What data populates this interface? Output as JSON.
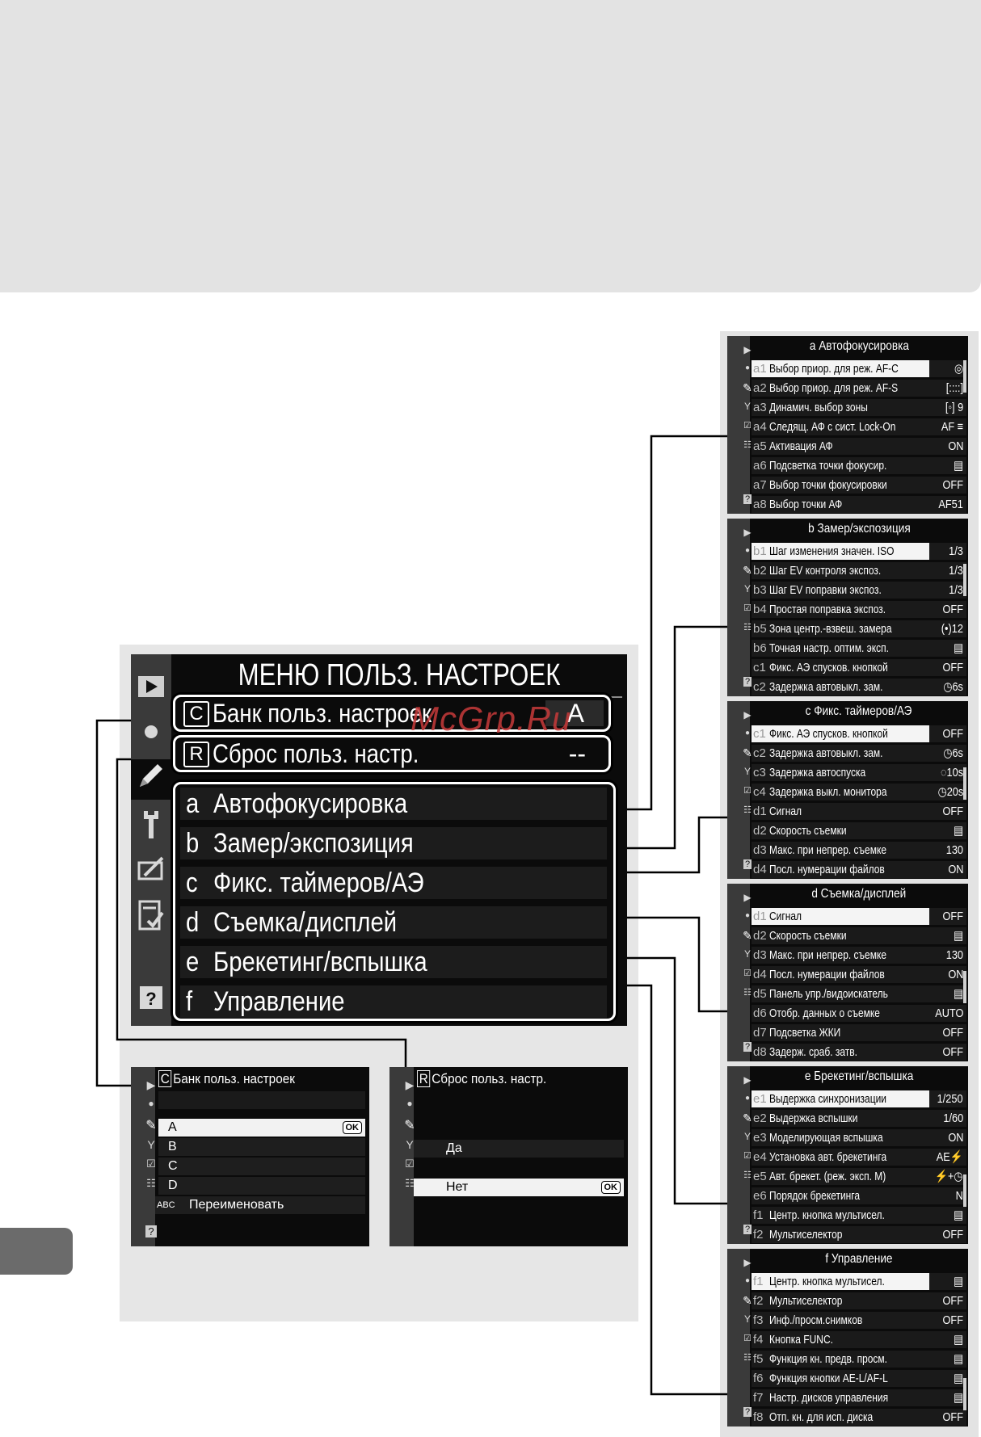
{
  "main_menu": {
    "title": "МЕНЮ ПОЛЬЗ. НАСТРОЕК",
    "bank": {
      "label": "Банк польз. настроек",
      "value": "A",
      "icon": "C-box-icon"
    },
    "reset": {
      "label": "Сброс польз. настр.",
      "value": "--",
      "icon": "R-box-icon"
    },
    "groups": [
      {
        "letter": "a",
        "label": "Автофокусировка"
      },
      {
        "letter": "b",
        "label": "Замер/экспозиция"
      },
      {
        "letter": "c",
        "label": "Фикс. таймеров/АЭ"
      },
      {
        "letter": "d",
        "label": "Съемка/дисплей"
      },
      {
        "letter": "e",
        "label": "Брекетинг/вспышка"
      },
      {
        "letter": "f",
        "label": "Управление"
      }
    ],
    "watermark": "McGrp.Ru"
  },
  "bank_screen": {
    "header": "Банк польз. настроек",
    "items": [
      "A",
      "B",
      "C",
      "D"
    ],
    "rename_prefix": "ABC",
    "rename_label": "Переименовать",
    "ok": "OK"
  },
  "reset_screen": {
    "header": "Сброс польз. настр.",
    "items": [
      "Да",
      "Нет"
    ],
    "ok": "OK"
  },
  "submenus": [
    {
      "title": "a Автофокусировка",
      "rows": [
        [
          "a1",
          "Выбор приор. для реж. AF-C",
          "◎"
        ],
        [
          "a2",
          "Выбор приор. для реж. AF-S",
          "[::::]"
        ],
        [
          "a3",
          "Динамич. выбор зоны",
          "[◦] 9"
        ],
        [
          "a4",
          "Следящ. АФ с сист. Lock-On",
          "AF ≡"
        ],
        [
          "a5",
          "Активация АФ",
          "ON"
        ],
        [
          "a6",
          "Подсветка точки фокусир.",
          "▤"
        ],
        [
          "a7",
          "Выбор точки фокусировки",
          "OFF"
        ],
        [
          "a8",
          "Выбор точки АФ",
          "AF51"
        ]
      ]
    },
    {
      "title": "b Замер/экспозиция",
      "rows": [
        [
          "b1",
          "Шаг изменения значен. ISO",
          "1/3"
        ],
        [
          "b2",
          "Шаг EV контроля экспоз.",
          "1/3"
        ],
        [
          "b3",
          "Шаг EV поправки экспоз.",
          "1/3"
        ],
        [
          "b4",
          "Простая поправка экспоз.",
          "OFF"
        ],
        [
          "b5",
          "Зона центр.-взвеш. замера",
          "(•)12"
        ],
        [
          "b6",
          "Точная настр. оптим. эксп.",
          "▤"
        ],
        [
          "c1",
          "Фикс. АЭ спусков. кнопкой",
          "OFF"
        ],
        [
          "c2",
          "Задержка автовыкл. зам.",
          "◷6s"
        ]
      ]
    },
    {
      "title": "c Фикс. таймеров/АЭ",
      "rows": [
        [
          "c1",
          "Фикс. АЭ спусков. кнопкой",
          "OFF"
        ],
        [
          "c2",
          "Задержка автовыкл. зам.",
          "◷6s"
        ],
        [
          "c3",
          "Задержка автоспуска",
          "◌10s"
        ],
        [
          "c4",
          "Задержка выкл. монитора",
          "◷20s"
        ],
        [
          "d1",
          "Сигнал",
          "OFF"
        ],
        [
          "d2",
          "Скорость съемки",
          "▤"
        ],
        [
          "d3",
          "Макс. при непрер. съемке",
          "130"
        ],
        [
          "d4",
          "Посл. нумерации файлов",
          "ON"
        ]
      ]
    },
    {
      "title": "d Съемка/дисплей",
      "rows": [
        [
          "d1",
          "Сигнал",
          "OFF"
        ],
        [
          "d2",
          "Скорость съемки",
          "▤"
        ],
        [
          "d3",
          "Макс. при непрер. съемке",
          "130"
        ],
        [
          "d4",
          "Посл. нумерации файлов",
          "ON"
        ],
        [
          "d5",
          "Панель упр./видоискатель",
          "▤"
        ],
        [
          "d6",
          "Отобр. данных о съемке",
          "AUTO"
        ],
        [
          "d7",
          "Подсветка ЖКИ",
          "OFF"
        ],
        [
          "d8",
          "Задерж. сраб. затв.",
          "OFF"
        ]
      ]
    },
    {
      "title": "e Брекетинг/вспышка",
      "rows": [
        [
          "e1",
          "Выдержка синхронизации",
          "1/250"
        ],
        [
          "e2",
          "Выдержка вспышки",
          "1/60"
        ],
        [
          "e3",
          "Моделирующая вспышка",
          "ON"
        ],
        [
          "e4",
          "Установка авт. брекетинга",
          "AE⚡"
        ],
        [
          "e5",
          "Авт. брекет. (реж. эксп. M)",
          "⚡+◷"
        ],
        [
          "e6",
          "Порядок брекетинга",
          "N"
        ],
        [
          "f1",
          "Центр. кнопка мультисел.",
          "▤"
        ],
        [
          "f2",
          "Мультиселектор",
          "OFF"
        ]
      ]
    },
    {
      "title": "f Управление",
      "rows": [
        [
          "f1",
          "Центр. кнопка мультисел.",
          "▤"
        ],
        [
          "f2",
          "Мультиселектор",
          "OFF"
        ],
        [
          "f3",
          "Инф./просм.снимков",
          "OFF"
        ],
        [
          "f4",
          "Кнопка FUNC.",
          "▤"
        ],
        [
          "f5",
          "Функция кн. предв. просм.",
          "▤"
        ],
        [
          "f6",
          "Функция кнопки AE-L/AF-L",
          "▤"
        ],
        [
          "f7",
          "Настр. дисков управления",
          "▤"
        ],
        [
          "f8",
          "Отп. кн. для исп. диска",
          "OFF"
        ]
      ]
    }
  ],
  "icons": [
    "play-icon",
    "camera-icon",
    "pencil-icon",
    "wrench-icon",
    "retouch-icon",
    "my-menu-icon",
    "help-icon"
  ]
}
